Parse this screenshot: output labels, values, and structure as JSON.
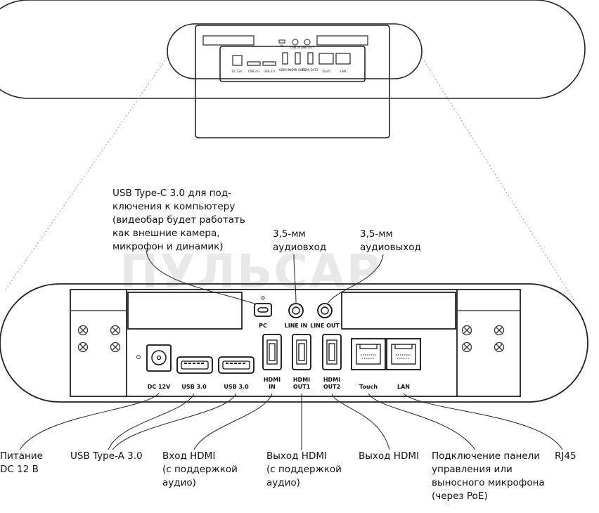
{
  "top_port_labels": [
    "DC 12V",
    "USB 3.0",
    "USB 3.0",
    "HDMI IN",
    "HDMI OUT1",
    "HDMI OUT2",
    "Touch",
    "LAN",
    "PC",
    "LINE IN",
    "LINE OUT"
  ],
  "ports": {
    "pc": "PC",
    "line_in": "LINE IN",
    "line_out": "LINE OUT",
    "dc": "DC 12V",
    "usb1": "USB 3.0",
    "usb2": "USB 3.0",
    "hdmi_in": [
      "HDMI",
      "IN"
    ],
    "hdmi_out1": [
      "HDMI",
      "OUT1"
    ],
    "hdmi_out2": [
      "HDMI",
      "OUT2"
    ],
    "touch": "Touch",
    "lan": "LAN"
  },
  "watermark": "ПУЛЬСАР",
  "callouts": {
    "usb_c": "USB Type-C 3.0 для под-\nключения к компьютеру\n(видеобар будет работать\nкак внешние камера,\nмикрофон и динамик)",
    "audio_in": "3,5-мм\nаудиовход",
    "audio_out": "3,5-мм\nаудиовыход",
    "power": "Питание\nDC 12 В",
    "usb_a": "USB Type-A 3.0",
    "hdmi_in": "Вход HDMI\n(с поддержкой\nаудио)",
    "hdmi_out1": "Выход HDMI\n(с поддержкой\nаудио)",
    "hdmi_out2": "Выход HDMI",
    "touch": "Подключение панели\nуправления или\nвыносного микрофона\n(через PoE)",
    "rj45": "RJ45"
  }
}
